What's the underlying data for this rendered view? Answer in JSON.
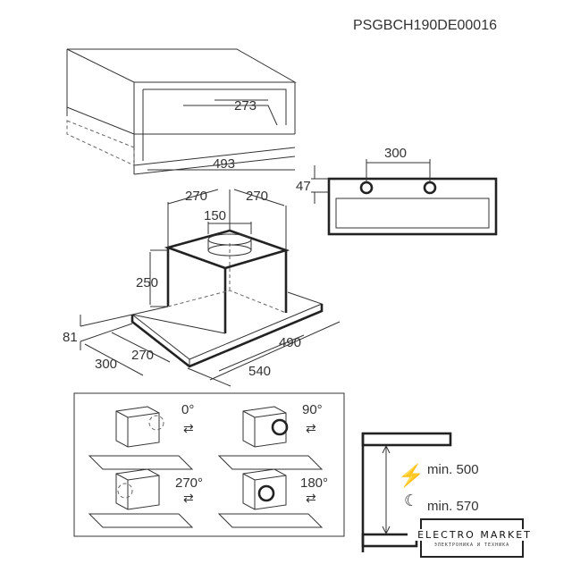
{
  "model_code": "PSGBCH190DE00016",
  "cabinet_dims": {
    "depth": "273",
    "width": "493"
  },
  "vent_panel_dims": {
    "spacing": "300",
    "height": "47"
  },
  "hood_dims": {
    "left_half": "270",
    "right_half": "270",
    "outlet": "150",
    "height": "250",
    "base_height": "81",
    "depth_total": "300",
    "depth_box": "270",
    "width_box": "490",
    "width_total": "540"
  },
  "rotations": [
    "0°",
    "90°",
    "270°",
    "180°"
  ],
  "clearance": {
    "electric": "min. 500",
    "gas": "min. 570"
  },
  "icons": [
    "lightning-icon",
    "flame-icon",
    "rotate-arrows-icon"
  ],
  "watermark": {
    "name": "ELECTRO MARKET",
    "tagline": "ЭЛЕКТРОНИКА И ТЕХНИКА"
  }
}
